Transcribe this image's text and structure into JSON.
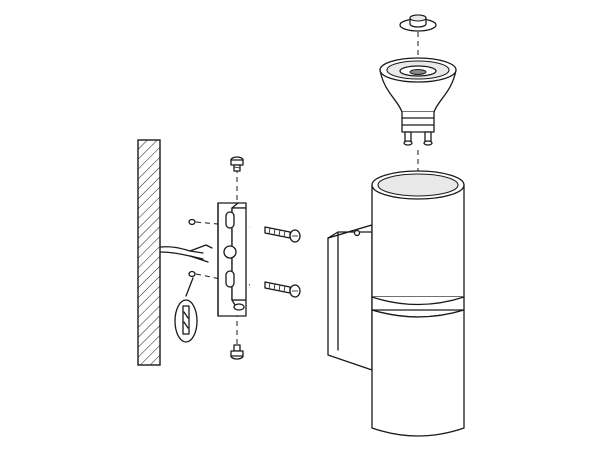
{
  "diagram": {
    "type": "exploded-assembly",
    "colors": {
      "line": "#1a1a1a",
      "background": "#ffffff",
      "hatch": "#1a1a1a",
      "shade": "#e9e9e9"
    },
    "parts": [
      "wall-section",
      "mounting-bracket",
      "bracket-top-screw",
      "bracket-bottom-screw",
      "wall-screw-upper",
      "wall-screw-lower",
      "wall-plug-upper",
      "wall-plug-lower",
      "supply-cable",
      "cable-connector-detail",
      "cylinder-lamp-body",
      "gu10-bulb",
      "lens-cap"
    ]
  }
}
